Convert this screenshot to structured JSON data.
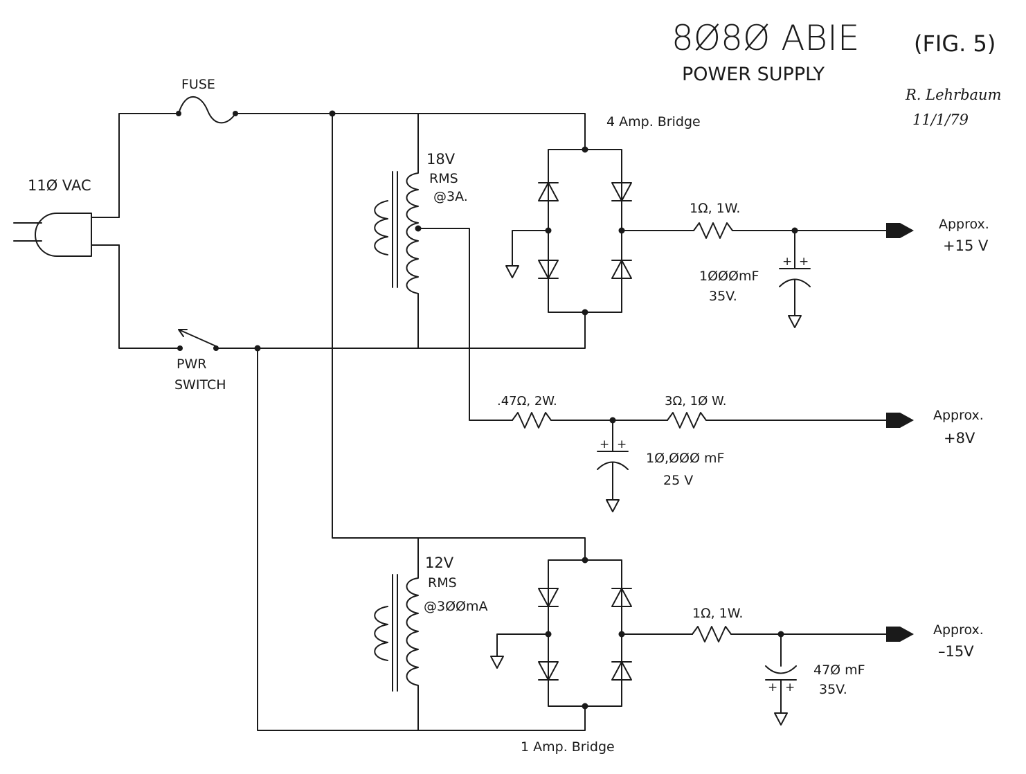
{
  "title": {
    "main": "8Ø8Ø ABIE",
    "sub": "POWER SUPPLY",
    "fig": "(FIG. 5)",
    "author": "R. Lehrbaum",
    "date": "11/1/79"
  },
  "input": {
    "fuse": "FUSE",
    "ac": "11Ø VAC",
    "switch_line1": "PWR",
    "switch_line2": "SWITCH"
  },
  "transformer1": {
    "line1": "18V",
    "line2": "RMS",
    "line3": "@3A."
  },
  "transformer2": {
    "line1": "12V",
    "line2": "RMS",
    "line3": "@3ØØmA"
  },
  "bridges": {
    "top": "4 Amp. Bridge",
    "bottom": "1 Amp. Bridge"
  },
  "components": {
    "r1": "1Ω, 1W.",
    "c1_value": "1ØØØmF",
    "c1_voltage": "35V.",
    "r2": ".47Ω, 2W.",
    "r3": "3Ω, 1Ø W.",
    "c2_value": "1Ø,ØØØ mF",
    "c2_voltage": "25 V",
    "r4": "1Ω, 1W.",
    "c3_value": "47Ø mF",
    "c3_voltage": "35V.",
    "plus": "+"
  },
  "outputs": {
    "out1_line1": "Approx.",
    "out1_line2": "+15 V",
    "out2_line1": "Approx.",
    "out2_line2": "+8V",
    "out3_line1": "Approx.",
    "out3_line2": "–15V"
  }
}
